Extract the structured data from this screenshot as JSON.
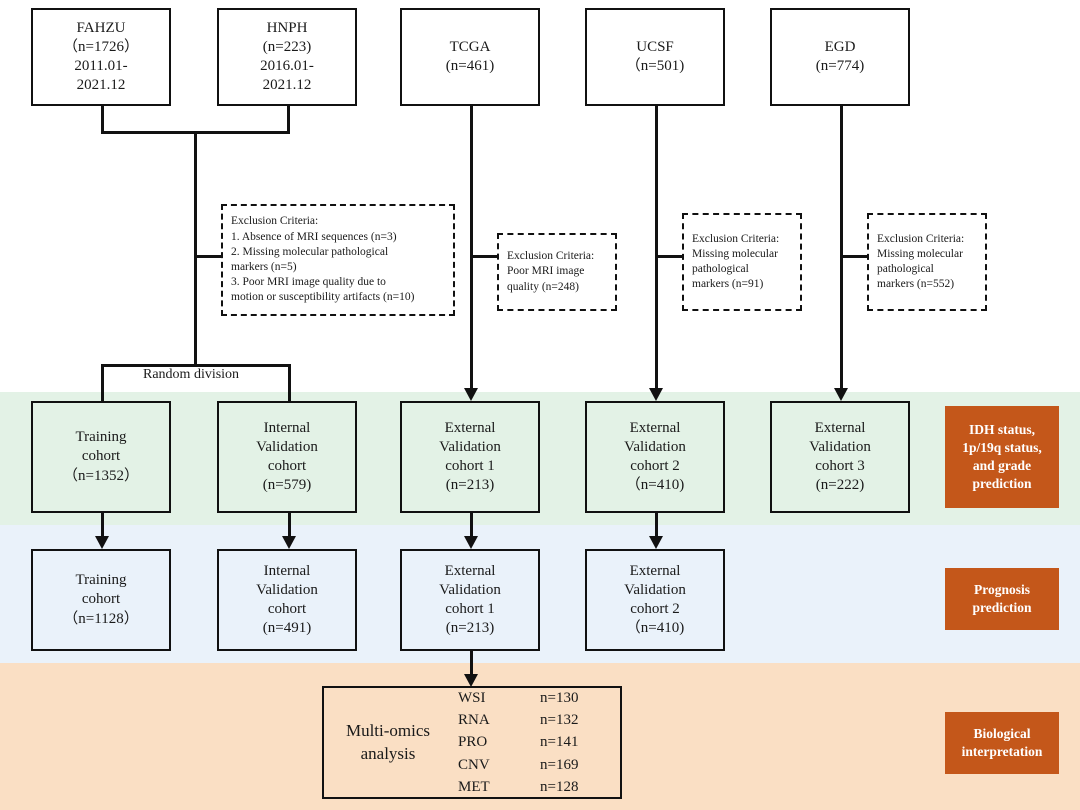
{
  "colors": {
    "band_green": "#e3f2e6",
    "band_blue": "#eaf2fa",
    "band_orange": "#fadfc4",
    "tag_orange": "#c4571a",
    "stroke": "#111111"
  },
  "sources": [
    {
      "name": "FAHZU",
      "n": "（n=1726）",
      "period_1": "2011.01-",
      "period_2": "2021.12"
    },
    {
      "name": "HNPH",
      "n": "(n=223)",
      "period_1": "2016.01-",
      "period_2": "2021.12"
    },
    {
      "name": "TCGA",
      "n": "(n=461)",
      "period_1": "",
      "period_2": ""
    },
    {
      "name": "UCSF",
      "n": "（n=501)",
      "period_1": "",
      "period_2": ""
    },
    {
      "name": "EGD",
      "n": "(n=774)",
      "period_1": "",
      "period_2": ""
    }
  ],
  "exclusions": [
    {
      "title": "Exclusion Criteria:",
      "lines": [
        "1. Absence of MRI sequences (n=3)",
        "2. Missing molecular pathological",
        "markers (n=5)",
        "3. Poor MRI image quality due to",
        "motion or susceptibility artifacts (n=10)"
      ]
    },
    {
      "title": "Exclusion Criteria:",
      "lines": [
        "Poor MRI image",
        "quality (n=248)"
      ]
    },
    {
      "title": "Exclusion Criteria:",
      "lines": [
        "Missing molecular",
        "pathological",
        "markers (n=91)"
      ]
    },
    {
      "title": "Exclusion Criteria:",
      "lines": [
        "Missing molecular",
        "pathological",
        "markers (n=552)"
      ]
    }
  ],
  "random_division_label": "Random division",
  "cohorts_row1": [
    {
      "l1": "Training",
      "l2": "cohort",
      "l3": "",
      "l4": "（n=1352）"
    },
    {
      "l1": "Internal",
      "l2": "Validation",
      "l3": "cohort",
      "l4": "(n=579)"
    },
    {
      "l1": "External",
      "l2": "Validation",
      "l3": "cohort 1",
      "l4": "(n=213)"
    },
    {
      "l1": "External",
      "l2": "Validation",
      "l3": "cohort 2",
      "l4": "（n=410)"
    },
    {
      "l1": "External",
      "l2": "Validation",
      "l3": "cohort 3",
      "l4": "(n=222)"
    }
  ],
  "cohorts_row2": [
    {
      "l1": "Training",
      "l2": "cohort",
      "l3": "",
      "l4": "（n=1128）"
    },
    {
      "l1": "Internal",
      "l2": "Validation",
      "l3": "cohort",
      "l4": "(n=491)"
    },
    {
      "l1": "External",
      "l2": "Validation",
      "l3": "cohort 1",
      "l4": "(n=213)"
    },
    {
      "l1": "External",
      "l2": "Validation",
      "l3": "cohort 2",
      "l4": "（n=410)"
    }
  ],
  "multi_omics": {
    "title_l1": "Multi-omics",
    "title_l2": "analysis",
    "rows": [
      {
        "key": "WSI",
        "value": "n=130"
      },
      {
        "key": "RNA",
        "value": "n=132"
      },
      {
        "key": "PRO",
        "value": "n=141"
      },
      {
        "key": "CNV",
        "value": "n=169"
      },
      {
        "key": "MET",
        "value": "n=128"
      }
    ]
  },
  "tags": [
    {
      "lines": [
        "IDH status,",
        "1p/19q status,",
        "and grade",
        "prediction"
      ]
    },
    {
      "lines": [
        "Prognosis",
        "prediction"
      ]
    },
    {
      "lines": [
        "Biological",
        "interpretation"
      ]
    }
  ]
}
